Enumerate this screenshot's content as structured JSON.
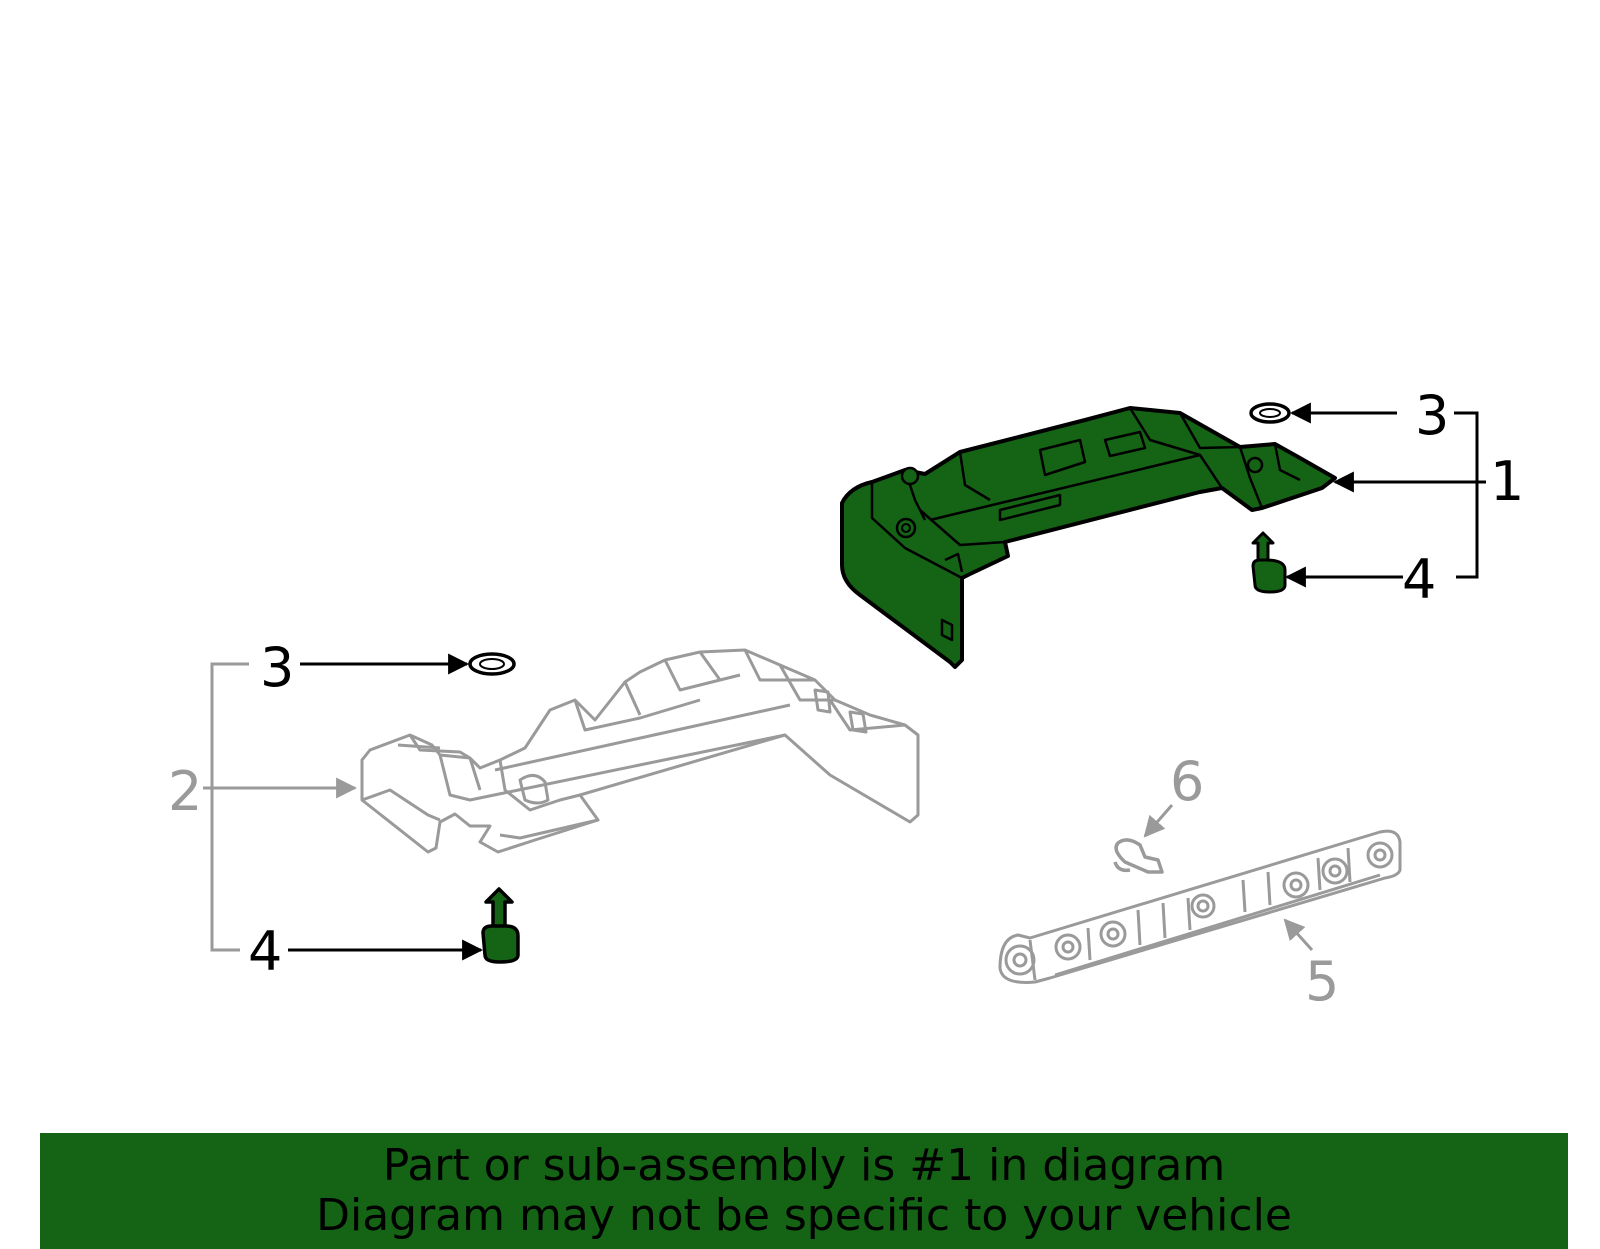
{
  "colors": {
    "highlight_fill": "#156315",
    "outline_dark": "#000000",
    "outline_gray": "#9a9a9a",
    "banner_bg": "#156315",
    "banner_text": "#000000"
  },
  "callouts": {
    "c1": "1",
    "c2": "2",
    "c3_right": "3",
    "c3_left": "3",
    "c4_right": "4",
    "c4_left": "4",
    "c5": "5",
    "c6": "6"
  },
  "banner": {
    "line1": "Part or sub-assembly is #1 in diagram",
    "line2": "Diagram may not be specific to your vehicle"
  }
}
